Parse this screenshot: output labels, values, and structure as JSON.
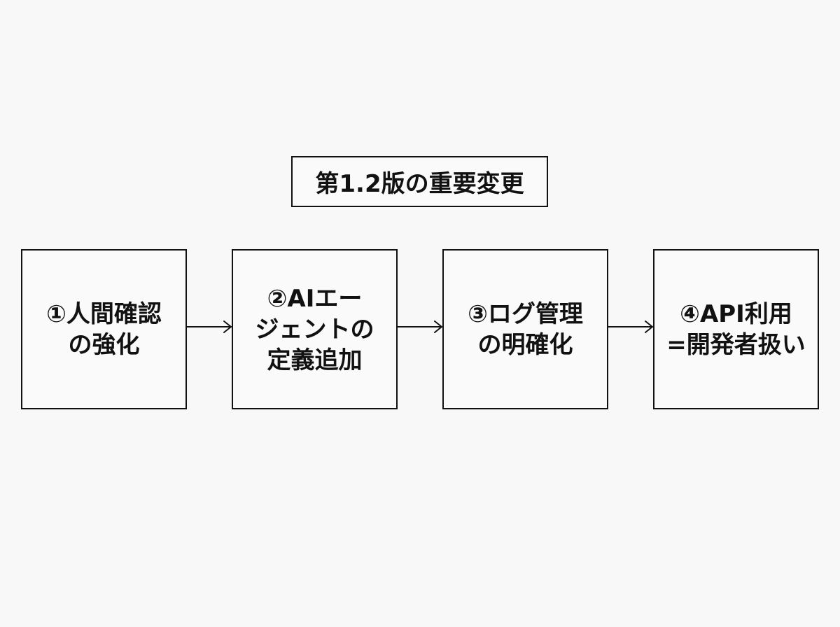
{
  "title": "第1.2版の重要変更",
  "steps": [
    {
      "label": "①人間確認\nの強化"
    },
    {
      "label": "②AIエー\nジェントの\n定義追加"
    },
    {
      "label": "③ログ管理\nの明確化"
    },
    {
      "label": "④API利用\n=開発者扱い"
    }
  ],
  "colors": {
    "background": "#f8f8f8",
    "stroke": "#111111",
    "text": "#111111"
  }
}
